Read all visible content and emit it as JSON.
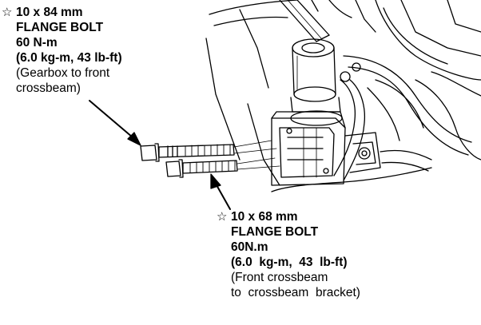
{
  "callouts": [
    {
      "marker": "☆",
      "size": "10 x 84 mm",
      "part": "FLANGE BOLT",
      "torque_nm": "60 N-m",
      "torque_alt": "(6.0 kg-m, 43 lb-ft)",
      "location_lines": [
        "(Gearbox to front",
        "crossbeam)"
      ]
    },
    {
      "marker": "☆",
      "size": "10 x 68 mm",
      "part": "FLANGE BOLT",
      "torque_nm": "60N.m",
      "torque_alt": "(6.0  kg-m,  43  lb-ft)",
      "location_lines": [
        "(Front crossbeam",
        "to  crossbeam  bracket)"
      ]
    }
  ],
  "colors": {
    "ink": "#000000",
    "paper": "#ffffff"
  }
}
